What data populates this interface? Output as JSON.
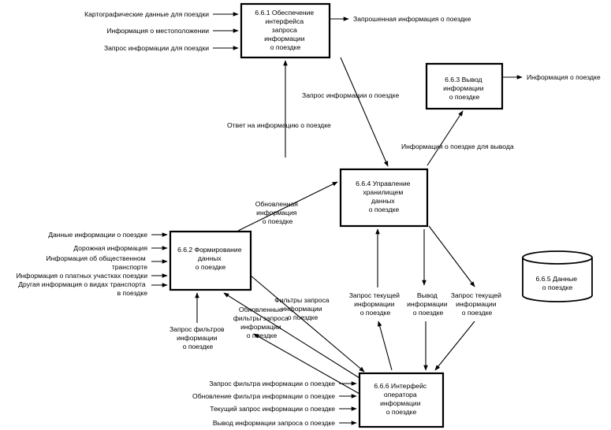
{
  "processes": {
    "p661": [
      "6.6.1 Обеспечение",
      "интерфейса",
      "запроса",
      "информации",
      "о поездке"
    ],
    "p662": [
      "6.6.2 Формирование",
      "данных",
      "о поездке"
    ],
    "p663": [
      "6.6.3 Вывод",
      "информации",
      "о поездке"
    ],
    "p664": [
      "6.6.4 Управление",
      "хранилищем",
      "данных",
      "о поездке"
    ],
    "p666": [
      "6.6.6 Интерфейс",
      "оператора",
      "информации",
      "о поездке"
    ]
  },
  "store": [
    "6.6.5 Данные",
    "о поездке"
  ],
  "flows": {
    "map_data": "Картографические данные для поездки",
    "location_info": "Информация о местоположении",
    "trip_info_request_in": "Запрос информации для поездки",
    "requested_trip_info": "Запрошенная информация о поездке",
    "trip_info_request": "Запрос информации о поездке",
    "trip_info_out": "Информация о поездке",
    "response_trip_info": "Ответ на информацию о поездке",
    "trip_info_for_output": "Информация о поездке для вывода",
    "updated_trip_info": [
      "Обновленная",
      "информация",
      "о поездке"
    ],
    "trip_info_data": "Данные информации о поездке",
    "road_info": "Дорожная информация",
    "public_transport_info": [
      "Информация об общественном",
      "транспорте"
    ],
    "toll_info": "Информация о платных участках поездки",
    "other_transport_info": [
      "Другая информация о видах транспорта",
      "в поездке"
    ],
    "filter_request_trip_info": [
      "Фильтры запроса",
      "информации",
      "о поездке"
    ],
    "updated_filters": [
      "Обновленные",
      "фильтры запроса",
      "информации",
      "о поездке"
    ],
    "filter_info_request": [
      "Запрос фильтров",
      "информации",
      "о поездке"
    ],
    "current_request_left": [
      "Запрос текущей",
      "информации",
      "о поездке"
    ],
    "output_info": [
      "Вывод",
      "информации",
      "о поездке"
    ],
    "current_request_right": [
      "Запрос текущей",
      "информации",
      "о поездке"
    ],
    "op_filter_request": "Запрос фильтра информации о поездке",
    "op_filter_update": "Обновление фильтра информации о поездке",
    "op_current_request": "Текущий запрос информации о поездке",
    "op_output_request": "Вывод информации запроса о поездке"
  }
}
